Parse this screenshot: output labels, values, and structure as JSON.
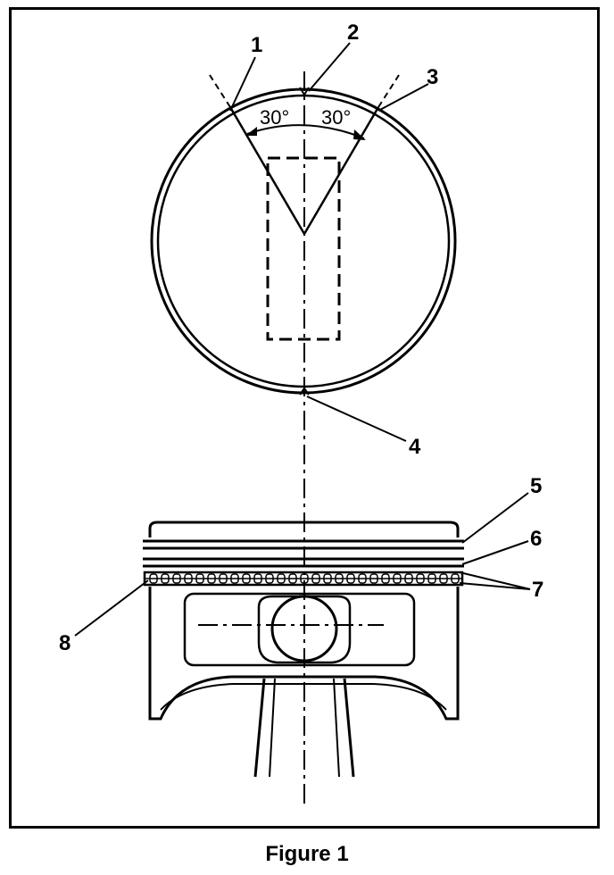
{
  "caption": "Figure 1",
  "angles": {
    "left": "30°",
    "right": "30°"
  },
  "callouts": [
    "1",
    "2",
    "3",
    "4",
    "5",
    "6",
    "7",
    "8"
  ]
}
